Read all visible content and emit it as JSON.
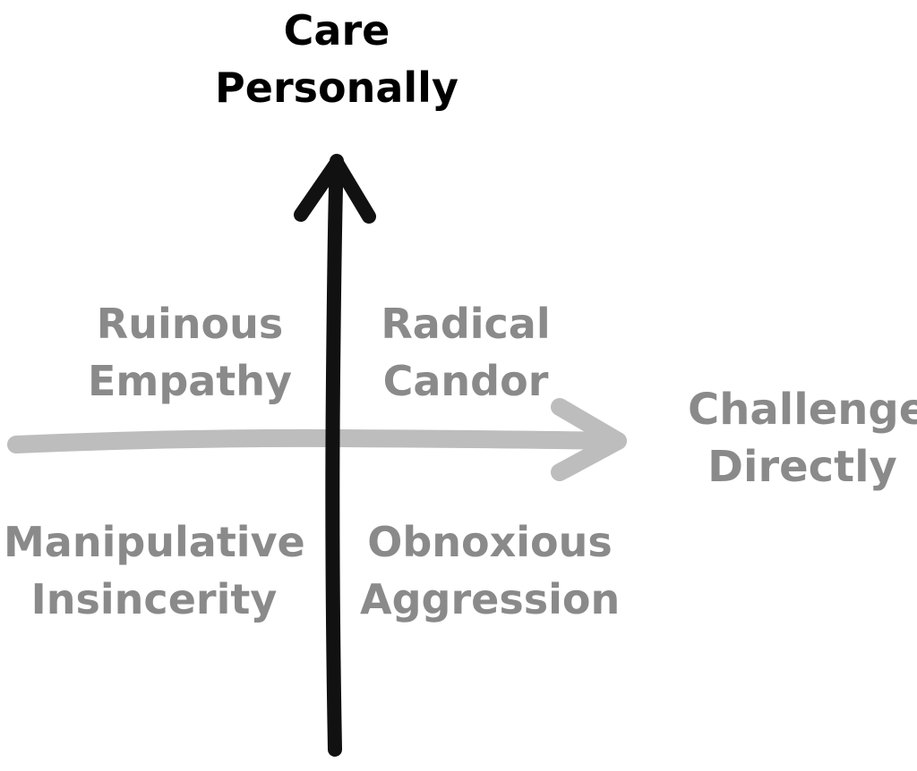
{
  "axes": {
    "vertical": {
      "label_line1": "Care",
      "label_line2": "Personally",
      "color": "#111111"
    },
    "horizontal": {
      "label_line1": "Challenge",
      "label_line2": "Directly",
      "color": "#bdbdbd"
    }
  },
  "quadrants": {
    "top_left": {
      "line1": "Ruinous",
      "line2": "Empathy"
    },
    "top_right": {
      "line1": "Radical",
      "line2": "Candor"
    },
    "bottom_left": {
      "line1": "Manipulative",
      "line2": "Insincerity"
    },
    "bottom_right": {
      "line1": "Obnoxious",
      "line2": "Aggression"
    }
  },
  "colors": {
    "quadrant_text": "#8a8a8a",
    "title_text": "#000000",
    "background": "#ffffff"
  }
}
